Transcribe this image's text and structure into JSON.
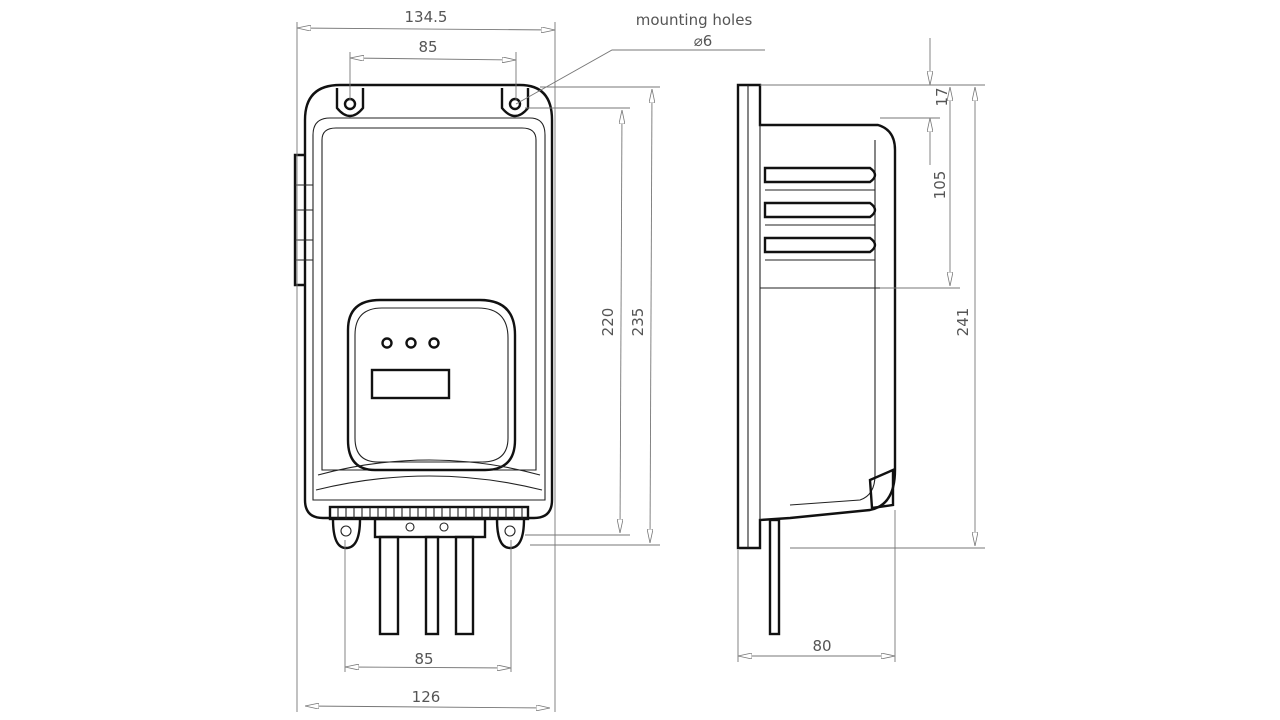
{
  "drawing": {
    "front_view": {
      "width_overall": "134.5",
      "hole_spacing_top": "85",
      "height_inner": "220",
      "height_outer": "235",
      "hole_spacing_bottom": "85",
      "width_body": "126"
    },
    "callout": {
      "title": "mounting holes",
      "diameter": "⌀6"
    },
    "side_view": {
      "top_offset": "17",
      "vent_height": "105",
      "height_total": "241",
      "depth": "80"
    }
  }
}
